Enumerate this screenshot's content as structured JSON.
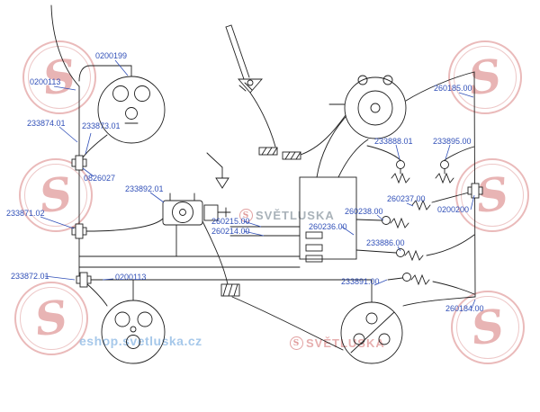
{
  "page": {
    "background": "#ffffff"
  },
  "diagram": {
    "label_color": "#3150b8",
    "line_color": "#1f1f1f",
    "labels": [
      {
        "text": "0200199"
      },
      {
        "text": "0200113"
      },
      {
        "text": "233874.01"
      },
      {
        "text": "233873.01"
      },
      {
        "text": "0826027"
      },
      {
        "text": "233892.01"
      },
      {
        "text": "233871.02"
      },
      {
        "text": "260215.00"
      },
      {
        "text": "260214.00"
      },
      {
        "text": "233872.01"
      },
      {
        "text": "0200113"
      },
      {
        "text": "260236.00"
      },
      {
        "text": "260238.00"
      },
      {
        "text": "260237.00"
      },
      {
        "text": "233888.01"
      },
      {
        "text": "233895.00"
      },
      {
        "text": "260185.00"
      },
      {
        "text": "0200200"
      },
      {
        "text": "233886.00"
      },
      {
        "text": "233891.00"
      },
      {
        "text": "260184.00"
      }
    ]
  },
  "watermark": {
    "brand": "SVĚTLUSKA",
    "brand_symbol": "S",
    "site": "eshop.svetluska.cz",
    "logo_color": "#d88282",
    "site_color": "#96bee6",
    "brand_text_color": "#8c98a2"
  }
}
